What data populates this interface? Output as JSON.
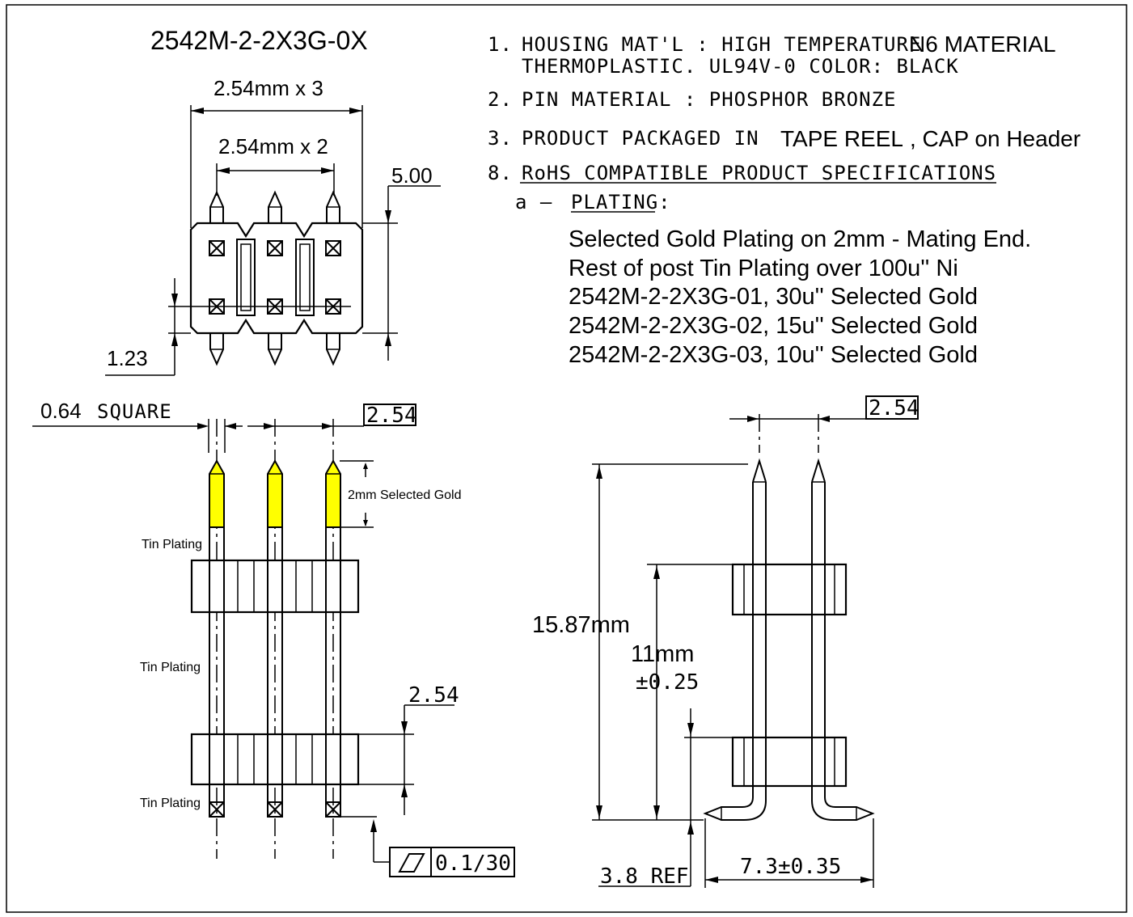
{
  "part_number": "2542M-2-2X3G-0X",
  "notes": {
    "n1_num": "1.",
    "n1_a": "HOUSING MAT'L : HIGH TEMPERATURE",
    "n1_b": "N6 MATERIAL",
    "n1_line2": "THERMOPLASTIC. UL94V-0 COLOR: BLACK",
    "n2_num": "2.",
    "n2": "PIN MATERIAL : PHOSPHOR BRONZE",
    "n3_num": "3.",
    "n3_a": "PRODUCT PACKAGED IN",
    "n3_b": "TAPE REEL",
    "n3_c": ", CAP on Header",
    "n8_num": "8.",
    "n8": "RoHS COMPATIBLE PRODUCT SPECIFICATIONS",
    "plating_prefix": "a  —",
    "plating_label": "PLATING:",
    "plating_lines": [
      "Selected Gold Plating on 2mm - Mating End.",
      "Rest of post Tin Plating over 100u'' Ni",
      "2542M-2-2X3G-01,  30u'' Selected Gold",
      "2542M-2-2X3G-02,  15u'' Selected Gold",
      "2542M-2-2X3G-03,  10u'' Selected Gold"
    ]
  },
  "dimensions": {
    "top_width_3": "2.54mm x 3",
    "top_width_2": "2.54mm x 2",
    "top_height": "5.00",
    "top_offset": "1.23",
    "pin_square_value": "0.64",
    "pin_square_unit": "SQUARE",
    "front_pitch": "2.54",
    "gold_length": "2mm Selected Gold",
    "tin_plating_1": "Tin Plating",
    "tin_plating_2": "Tin Plating",
    "tin_plating_3": "Tin Plating",
    "housing_height": "2.54",
    "flatness": "0.1/30",
    "side_pitch": "2.54",
    "total_length": "15.87mm",
    "post_length": "11mm",
    "post_tol": "±0.25",
    "ref_dim": "3.8  REF",
    "foot_span": "7.3±0.35"
  },
  "colors": {
    "gold_plating": "#ffff00",
    "line": "#000000"
  }
}
